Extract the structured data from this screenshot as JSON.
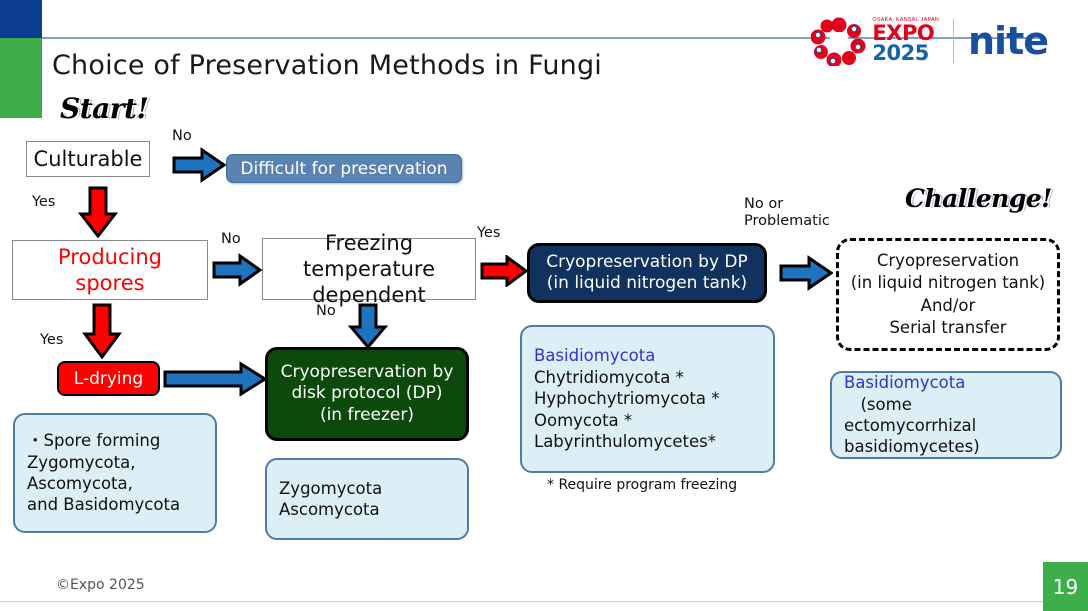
{
  "header": {
    "title": "Choice of Preservation Methods in Fungi",
    "logos": {
      "expo_kansai": "OSAKA, KANSAI, JAPAN",
      "expo_word": "EXPO",
      "expo_year": "2025",
      "nite": "nite"
    }
  },
  "labels": {
    "start": "Start!",
    "challenge": "Challenge!",
    "yes_1": "Yes",
    "no_1": "No",
    "yes_2": "Yes",
    "no_2": "No",
    "yes_3": "Yes",
    "no_3": "No",
    "no_or_problematic": "No or\nProblematic",
    "footnote": "* Require program freezing",
    "copyright": "©Expo 2025",
    "page_number": "19"
  },
  "nodes": {
    "culturable": "Culturable",
    "difficult": "Difficult for preservation",
    "producing_spores": "Producing\nspores",
    "freezing_dependent": "Freezing temperature\ndependent",
    "cryo_dp_ln2": "Cryopreservation by DP\n(in liquid nitrogen tank)",
    "l_drying": "L-drying",
    "cryo_disk_freezer": "Cryopreservation by\ndisk protocol (DP)\n(in freezer)",
    "cryo_challenge": "Cryopreservation\n(in liquid nitrogen tank)\nAnd/or\nSerial transfer"
  },
  "lists": {
    "spore_forming": {
      "lines": [
        "・Spore forming",
        "Zygomycota,",
        "Ascomycota,",
        "and Basidomycota"
      ]
    },
    "freezer_taxa": {
      "lines": [
        "Zygomycota",
        "Ascomycota"
      ]
    },
    "ln2_taxa": {
      "highlight": "Basidiomycota",
      "lines": [
        "Chytridiomycota *",
        "Hyphochytriomycota *",
        "Oomycota *",
        "Labyrinthulomycetes*"
      ]
    },
    "challenge_taxa": {
      "highlight": "Basidiomycota",
      "lines": [
        "　(some ectomycorrhizal",
        "basidiomycetes)"
      ]
    }
  },
  "colors": {
    "accent_blue": "#0B3D91",
    "accent_green": "#3DAE49",
    "arrow_blue": "#1F72BD",
    "arrow_red": "#FF0000",
    "navy_box": "#11315F",
    "green_box": "#0B4A0B",
    "light_blue_box": "#DCEEF6",
    "red_box": "#FF0000",
    "blue_pill": "#5B83B2"
  }
}
